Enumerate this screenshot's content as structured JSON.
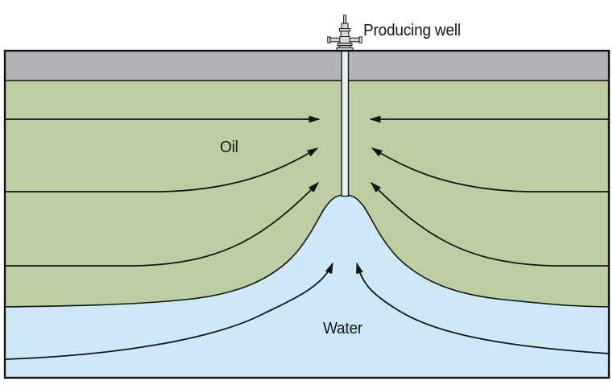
{
  "figure": {
    "labels": {
      "producing_well": "Producing well",
      "oil": "Oil",
      "water": "Water"
    },
    "colors": {
      "cap_rock": "#b1b3b6",
      "oil_zone": "#bdcfa2",
      "water_zone": "#cfe8f7",
      "flow_line": "#141414",
      "well_casing_fill": "#e9edef",
      "wellhead_fill": "#d7dadc",
      "background": "#ffffff"
    }
  }
}
